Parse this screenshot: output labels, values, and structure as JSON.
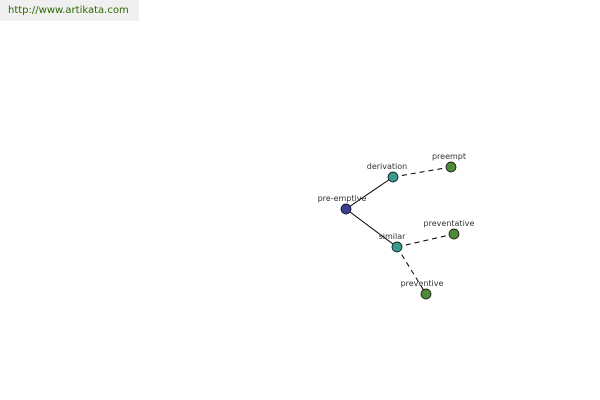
{
  "header": {
    "url": "http://www.artikata.com"
  },
  "colors": {
    "root": "#3a3f91",
    "relation": "#3a9a8e",
    "leaf": "#4e8a3a",
    "url_text": "#2a6a00"
  },
  "graph": {
    "nodes": [
      {
        "id": "pre-emptive",
        "label": "pre-emptive",
        "kind": "root"
      },
      {
        "id": "derivation",
        "label": "derivation",
        "kind": "relation"
      },
      {
        "id": "similar",
        "label": "similar",
        "kind": "relation"
      },
      {
        "id": "preempt",
        "label": "preempt",
        "kind": "leaf"
      },
      {
        "id": "preventative",
        "label": "preventative",
        "kind": "leaf"
      },
      {
        "id": "preventive",
        "label": "preventive",
        "kind": "leaf"
      }
    ],
    "edges": [
      {
        "from": "pre-emptive",
        "to": "derivation",
        "style": "solid"
      },
      {
        "from": "pre-emptive",
        "to": "similar",
        "style": "solid"
      },
      {
        "from": "derivation",
        "to": "preempt",
        "style": "dashed"
      },
      {
        "from": "similar",
        "to": "preventative",
        "style": "dashed"
      },
      {
        "from": "similar",
        "to": "preventive",
        "style": "dashed"
      }
    ]
  }
}
